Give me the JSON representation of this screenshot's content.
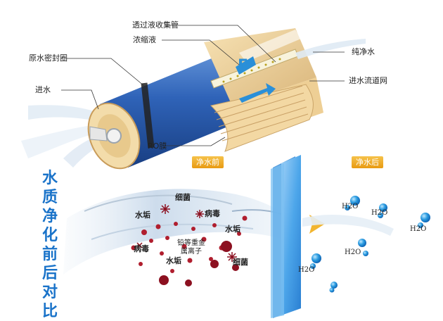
{
  "diagram": {
    "callouts": {
      "permeate_tube": "透过液收集管",
      "concentrate": "浓缩液",
      "raw_seal": "原水密封圈",
      "pure_water": "纯净水",
      "inlet": "进水",
      "feed_spacer": "进水流道网",
      "ro_membrane": "RO膜"
    },
    "tags": {
      "before": "净水前",
      "after": "净水后"
    },
    "title_chars": [
      "水",
      "质",
      "净",
      "化",
      "前",
      "后",
      "对",
      "比"
    ],
    "contaminants": {
      "scale_1": "水垢",
      "bacteria_1": "细菌",
      "virus_1": "病毒",
      "scale_2": "水垢",
      "virus_2": "病毒",
      "heavy_metal_line1": "铅等重金",
      "heavy_metal_line2": "属离子",
      "scale_3": "水垢",
      "bacteria_2": "细菌"
    },
    "h2o_label": "H2O",
    "colors": {
      "accent_blue": "#1a73c9",
      "tag_orange": "#f0a827",
      "membrane_blue": "#2f63b8",
      "droplet_blue": "#2a9be0"
    }
  }
}
